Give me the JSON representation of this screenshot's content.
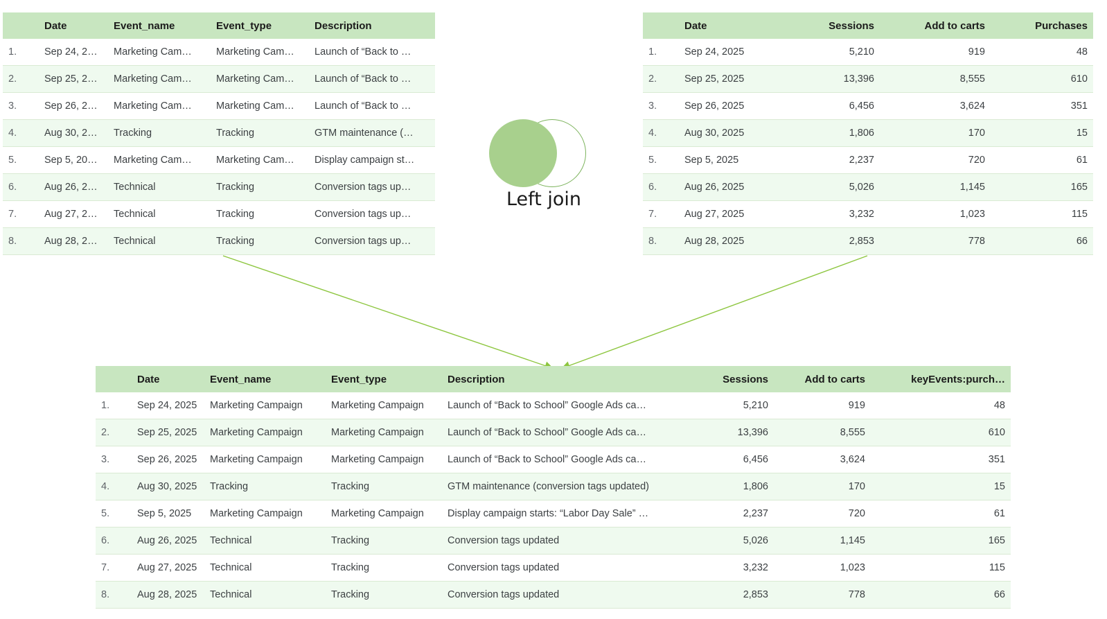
{
  "diagram": {
    "venn_label": "Left join",
    "accent_color": "#a8d08d",
    "outline_color": "#7cb35c",
    "header_color": "#c8e6c0",
    "stripe_color": "#effaef",
    "arrow_color": "#8dc63f"
  },
  "left_table": {
    "name": "events-table",
    "columns": [
      "",
      "Date",
      "Event_name",
      "Event_type",
      "Description"
    ],
    "rows": [
      {
        "idx": "1.",
        "date": "Sep 24, 2…",
        "event_name": "Marketing Cam…",
        "event_type": "Marketing Cam…",
        "description": "Launch of “Back to …"
      },
      {
        "idx": "2.",
        "date": "Sep 25, 2…",
        "event_name": "Marketing Cam…",
        "event_type": "Marketing Cam…",
        "description": "Launch of “Back to …"
      },
      {
        "idx": "3.",
        "date": "Sep 26, 2…",
        "event_name": "Marketing Cam…",
        "event_type": "Marketing Cam…",
        "description": "Launch of “Back to …"
      },
      {
        "idx": "4.",
        "date": "Aug 30, 2…",
        "event_name": "Tracking",
        "event_type": "Tracking",
        "description": "GTM maintenance (…"
      },
      {
        "idx": "5.",
        "date": "Sep 5, 20…",
        "event_name": "Marketing Cam…",
        "event_type": "Marketing Cam…",
        "description": "Display campaign st…"
      },
      {
        "idx": "6.",
        "date": "Aug 26, 2…",
        "event_name": "Technical",
        "event_type": "Tracking",
        "description": "Conversion tags up…"
      },
      {
        "idx": "7.",
        "date": "Aug 27, 2…",
        "event_name": "Technical",
        "event_type": "Tracking",
        "description": "Conversion tags up…"
      },
      {
        "idx": "8.",
        "date": "Aug 28, 2…",
        "event_name": "Technical",
        "event_type": "Tracking",
        "description": "Conversion tags up…"
      }
    ]
  },
  "right_table": {
    "name": "metrics-table",
    "columns": [
      "",
      "Date",
      "Sessions",
      "Add to carts",
      "Purchases"
    ],
    "rows": [
      {
        "idx": "1.",
        "date": "Sep 24, 2025",
        "sessions": "5,210",
        "add_to_carts": "919",
        "purchases": "48"
      },
      {
        "idx": "2.",
        "date": "Sep 25, 2025",
        "sessions": "13,396",
        "add_to_carts": "8,555",
        "purchases": "610"
      },
      {
        "idx": "3.",
        "date": "Sep 26, 2025",
        "sessions": "6,456",
        "add_to_carts": "3,624",
        "purchases": "351"
      },
      {
        "idx": "4.",
        "date": "Aug 30, 2025",
        "sessions": "1,806",
        "add_to_carts": "170",
        "purchases": "15"
      },
      {
        "idx": "5.",
        "date": "Sep 5, 2025",
        "sessions": "2,237",
        "add_to_carts": "720",
        "purchases": "61"
      },
      {
        "idx": "6.",
        "date": "Aug 26, 2025",
        "sessions": "5,026",
        "add_to_carts": "1,145",
        "purchases": "165"
      },
      {
        "idx": "7.",
        "date": "Aug 27, 2025",
        "sessions": "3,232",
        "add_to_carts": "1,023",
        "purchases": "115"
      },
      {
        "idx": "8.",
        "date": "Aug 28, 2025",
        "sessions": "2,853",
        "add_to_carts": "778",
        "purchases": "66"
      }
    ]
  },
  "joined_table": {
    "name": "joined-table",
    "columns": [
      "",
      "Date",
      "Event_name",
      "Event_type",
      "Description",
      "Sessions",
      "Add to carts",
      "keyEvents:purch…"
    ],
    "rows": [
      {
        "idx": "1.",
        "date": "Sep 24, 2025",
        "event_name": "Marketing Campaign",
        "event_type": "Marketing Campaign",
        "description": "Launch of “Back to School” Google Ads ca…",
        "sessions": "5,210",
        "add_to_carts": "919",
        "purchases": "48"
      },
      {
        "idx": "2.",
        "date": "Sep 25, 2025",
        "event_name": "Marketing Campaign",
        "event_type": "Marketing Campaign",
        "description": "Launch of “Back to School” Google Ads ca…",
        "sessions": "13,396",
        "add_to_carts": "8,555",
        "purchases": "610"
      },
      {
        "idx": "3.",
        "date": "Sep 26, 2025",
        "event_name": "Marketing Campaign",
        "event_type": "Marketing Campaign",
        "description": "Launch of “Back to School” Google Ads ca…",
        "sessions": "6,456",
        "add_to_carts": "3,624",
        "purchases": "351"
      },
      {
        "idx": "4.",
        "date": "Aug 30, 2025",
        "event_name": "Tracking",
        "event_type": "Tracking",
        "description": "GTM maintenance (conversion tags updated)",
        "sessions": "1,806",
        "add_to_carts": "170",
        "purchases": "15"
      },
      {
        "idx": "5.",
        "date": "Sep 5, 2025",
        "event_name": "Marketing Campaign",
        "event_type": "Marketing Campaign",
        "description": "Display campaign starts: “Labor Day Sale” …",
        "sessions": "2,237",
        "add_to_carts": "720",
        "purchases": "61"
      },
      {
        "idx": "6.",
        "date": "Aug 26, 2025",
        "event_name": "Technical",
        "event_type": "Tracking",
        "description": "Conversion tags updated",
        "sessions": "5,026",
        "add_to_carts": "1,145",
        "purchases": "165"
      },
      {
        "idx": "7.",
        "date": "Aug 27, 2025",
        "event_name": "Technical",
        "event_type": "Tracking",
        "description": "Conversion tags updated",
        "sessions": "3,232",
        "add_to_carts": "1,023",
        "purchases": "115"
      },
      {
        "idx": "8.",
        "date": "Aug 28, 2025",
        "event_name": "Technical",
        "event_type": "Tracking",
        "description": "Conversion tags updated",
        "sessions": "2,853",
        "add_to_carts": "778",
        "purchases": "66"
      }
    ]
  }
}
